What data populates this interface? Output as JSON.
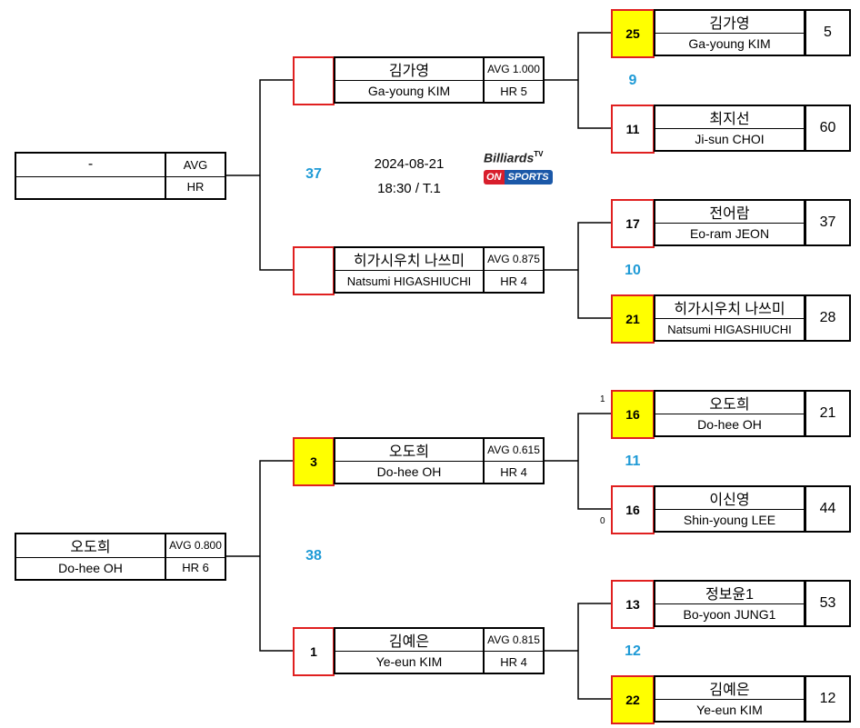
{
  "match_info": {
    "date": "2024-08-21",
    "time_table": "18:30 / T.1",
    "logo_top": "Billiards",
    "logo_tv": "TV",
    "logo_on": "ON",
    "logo_sports": "SPORTS"
  },
  "top_half": {
    "final": {
      "name_kr": "-",
      "name_en": "",
      "avg": "AVG",
      "hr": "HR"
    },
    "final_match_no": "37",
    "semis": [
      {
        "score": "",
        "name_kr": "김가영",
        "name_en": "Ga-young KIM",
        "avg": "AVG 1.000",
        "hr": "HR 5"
      },
      {
        "score": "",
        "name_kr": "히가시우치 나쓰미",
        "name_en": "Natsumi HIGASHIUCHI",
        "avg": "AVG 0.875",
        "hr": "HR 4"
      }
    ],
    "quarters": [
      {
        "match_no": "9",
        "players": [
          {
            "score": "25",
            "name_kr": "김가영",
            "name_en": "Ga-young KIM",
            "seed": "5",
            "winner": true
          },
          {
            "score": "11",
            "name_kr": "최지선",
            "name_en": "Ji-sun CHOI",
            "seed": "60",
            "winner": false
          }
        ]
      },
      {
        "match_no": "10",
        "players": [
          {
            "score": "17",
            "name_kr": "전어람",
            "name_en": "Eo-ram JEON",
            "seed": "37",
            "winner": false
          },
          {
            "score": "21",
            "name_kr": "히가시우치 나쓰미",
            "name_en": "Natsumi HIGASHIUCHI",
            "seed": "28",
            "winner": true
          }
        ]
      }
    ]
  },
  "bottom_half": {
    "final": {
      "name_kr": "오도희",
      "name_en": "Do-hee OH",
      "avg": "AVG 0.800",
      "hr": "HR 6"
    },
    "final_match_no": "38",
    "semis": [
      {
        "score": "3",
        "name_kr": "오도희",
        "name_en": "Do-hee OH",
        "avg": "AVG 0.615",
        "hr": "HR 4",
        "winner": true
      },
      {
        "score": "1",
        "name_kr": "김예은",
        "name_en": "Ye-eun KIM",
        "avg": "AVG 0.815",
        "hr": "HR 4",
        "winner": false
      }
    ],
    "quarters": [
      {
        "match_no": "11",
        "tiebreak_top": "1",
        "tiebreak_bottom": "0",
        "players": [
          {
            "score": "16",
            "name_kr": "오도희",
            "name_en": "Do-hee OH",
            "seed": "21",
            "winner": true
          },
          {
            "score": "16",
            "name_kr": "이신영",
            "name_en": "Shin-young LEE",
            "seed": "44",
            "winner": false
          }
        ]
      },
      {
        "match_no": "12",
        "players": [
          {
            "score": "13",
            "name_kr": "정보윤1",
            "name_en": "Bo-yoon JUNG1",
            "seed": "53",
            "winner": false
          },
          {
            "score": "22",
            "name_kr": "김예은",
            "name_en": "Ye-eun KIM",
            "seed": "12",
            "winner": true
          }
        ]
      }
    ]
  }
}
